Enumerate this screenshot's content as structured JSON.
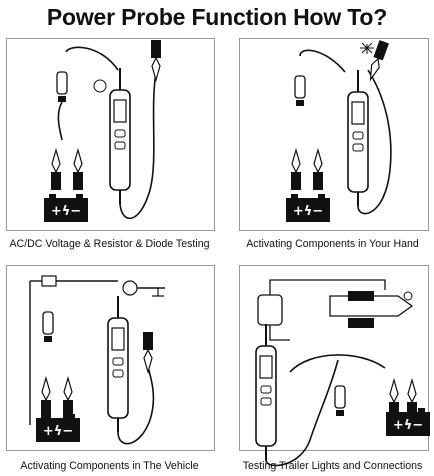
{
  "title": "Power Probe Function How To?",
  "panels": [
    {
      "caption": "AC/DC Voltage & Resistor & Diode Testing"
    },
    {
      "caption": "Activating Components in Your Hand"
    },
    {
      "caption": "Activating Components in The Vehicle"
    },
    {
      "caption": "Testing Trailer Lights and Connections"
    }
  ],
  "battery": {
    "label": "+ϟ−"
  }
}
